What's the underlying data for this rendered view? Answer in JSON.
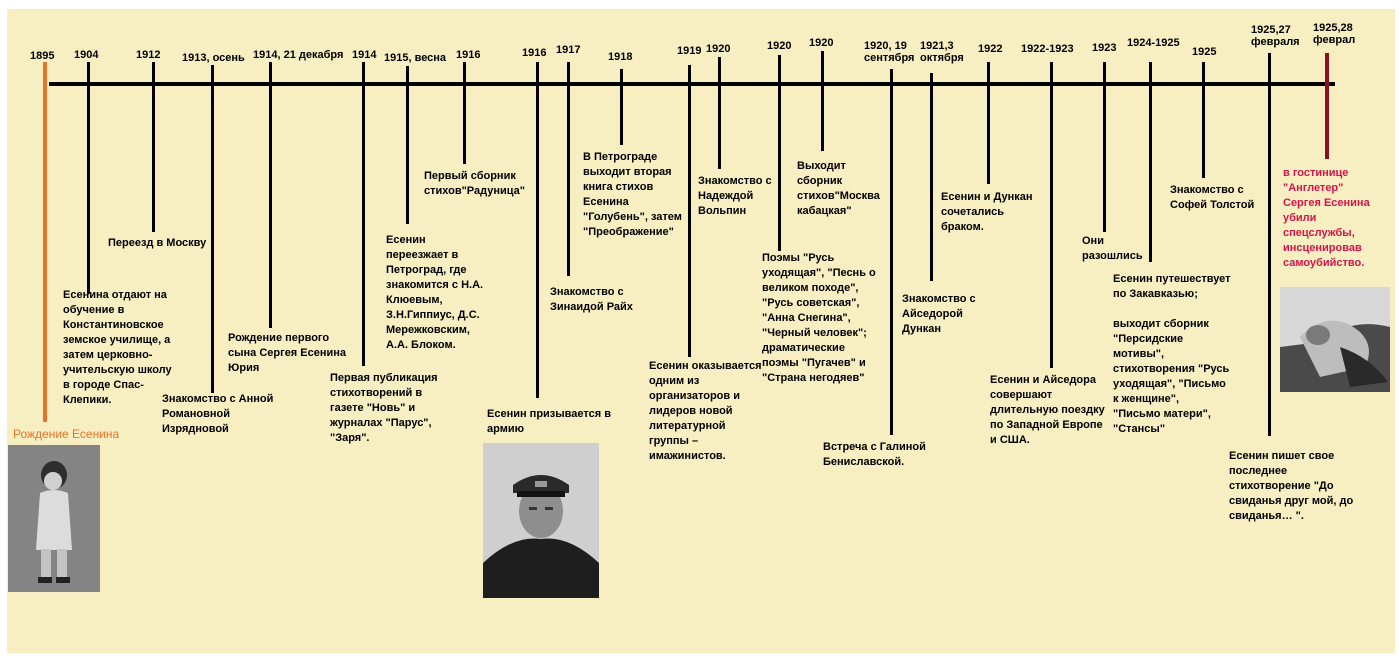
{
  "timeline": {
    "events": [
      {
        "year": "1895",
        "text": "Рождение Есенина"
      },
      {
        "year": "1904",
        "text": "Есенина отдают на\nобучение в\nКонстантиновское\nземское училище, а\nзатем церковно-\nучительскую школу\nв городе Спас-\nКлепики."
      },
      {
        "year": "1912",
        "text": "Переезд в Москву"
      },
      {
        "year": "1913, осень",
        "text": "Знакомство с Анной\nРомановной\nИзрядновой"
      },
      {
        "year": "1914, 21 декабря",
        "text": "Рождение первого\nсына Сергея Есенина\nЮрия"
      },
      {
        "year": "1914",
        "text": "Первая публикация\nстихотворений в\nгазете \"Новь\" и\nжурналах \"Парус\",\n\"Заря\"."
      },
      {
        "year": "1915, весна",
        "text": "Есенин\nпереезжает в\nПетроград, где\nзнакомится с Н.А.\nКлюевым,\nЗ.Н.Гиппиус, Д.С.\nМережковским,\nА.А. Блоком."
      },
      {
        "year": "1916",
        "text": "Первый сборник\nстихов\"Радуница\""
      },
      {
        "year": "1916",
        "text": "Есенин призывается в\nармию"
      },
      {
        "year": "1917",
        "text": "Знакомство с\nЗинаидой Райх"
      },
      {
        "year": "1918",
        "text": "В Петрограде\nвыходит вторая\nкнига стихов\nЕсенина\n\"Голубень\", затем\n\"Преображение\""
      },
      {
        "year": "1919",
        "text": "Есенин оказывается\nодним из\nорганизаторов и\nлидеров новой\nлитературной\nгруппы –\nимажинистов."
      },
      {
        "year": "1920",
        "text": "Знакомство с\nНадеждой\nВольпин"
      },
      {
        "year": "1920",
        "text": "Поэмы \"Русь\nуходящая\", \"Песнь о\nвеликом походе\",\n\"Русь советская\",\n\"Анна Снегина\",\n\"Черный человек\";\nдраматические\nпоэмы \"Пугачев\" и\n\"Страна негодяев\""
      },
      {
        "year": "1920",
        "text": "Выходит\nсборник\nстихов\"Москва\nкабацкая\""
      },
      {
        "year": "1920, 19\nсентября",
        "text": "Встреча с Галиной\nБениславской."
      },
      {
        "year": "1921,3\nоктября",
        "text": "Знакомство с\nАйседорой\nДункан"
      },
      {
        "year": "1922",
        "text": "Есенин и Дункан\nсочетались\nбраком."
      },
      {
        "year": "1922-1923",
        "text": "Есенин и Айседора\nсовершают\nдлительную поездку\nпо Западной Европе\nи США."
      },
      {
        "year": "1923",
        "text": "Они\nразошлись"
      },
      {
        "year": "1924-1925",
        "text": "Есенин путешествует\nпо Закавказью;\n\nвыходит сборник\n\"Персидские\nмотивы\",\nстихотворения \"Русь\nуходящая\", \"Письмо\nк женщине\",\n\"Письмо матери\",\n\"Стансы\""
      },
      {
        "year": "1925",
        "text": "Знакомство с\nСофей Толстой"
      },
      {
        "year": "1925,27\nфевраля",
        "text": "Есенин пишет свое\nпоследнее\nстихотворение \"До\nсвиданья друг мой, до\nсвиданья… \"."
      },
      {
        "year": "1925,28\nфеврал",
        "text": "в гостинице\n\"Англетер\"\nСергея Есенина\nубили\nспецслужбы,\nинсценировав\nсамоубийство."
      }
    ]
  },
  "photos": [
    {
      "icon": "child-photo"
    },
    {
      "icon": "soldier-portrait-photo"
    },
    {
      "icon": "death-scene-photo"
    }
  ],
  "colors": {
    "background": "#f7eec1",
    "axis": "#000000",
    "start_marker": "#e8742a",
    "end_marker": "#8a1020",
    "end_text": "#d6144a"
  }
}
